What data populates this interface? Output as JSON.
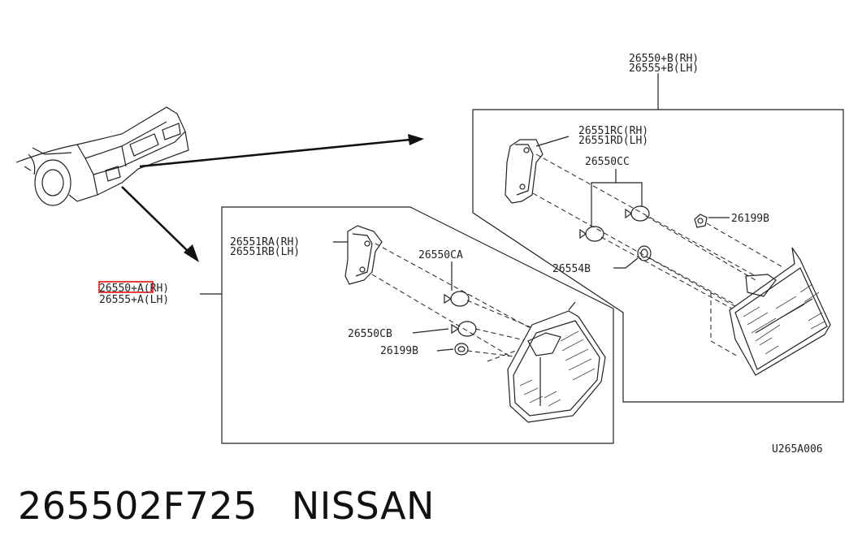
{
  "labels": {
    "rh_assembly": "26550+B(RH)",
    "lh_assembly": "26555+B(LH)",
    "rh_bracket_c": "26551RC(RH)",
    "lh_bracket_d": "26551RD(LH)",
    "bulb_cc": "26550CC",
    "screw_right": "26199B",
    "socket_54b": "26554B",
    "rh_bracket_a": "26551RA(RH)",
    "lh_bracket_b": "26551RB(LH)",
    "bulb_ca": "26550CA",
    "rh_assembly_a": "26550+A(RH)",
    "lh_assembly_a": "26555+A(LH)",
    "bulb_cb": "26550CB",
    "screw_left": "26199B"
  },
  "reference_code": "U265A006",
  "caption": {
    "part_number": "265502F725",
    "brand": "NISSAN"
  },
  "colors": {
    "line": "#222222",
    "highlight": "#e01010"
  }
}
